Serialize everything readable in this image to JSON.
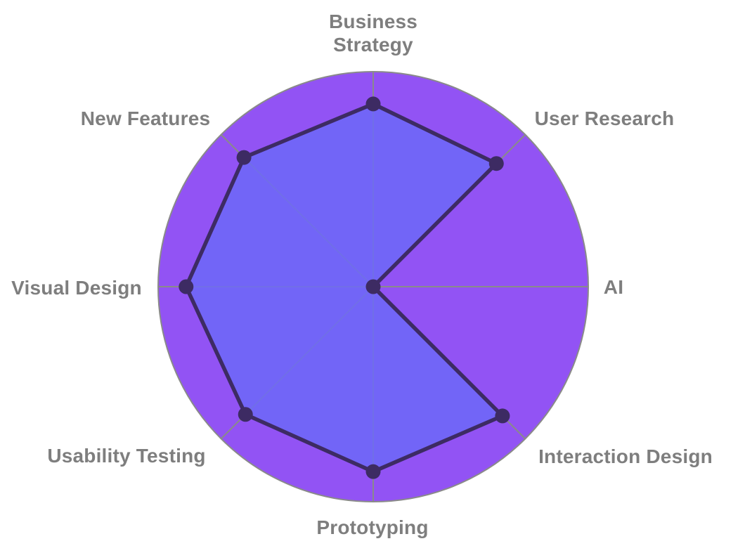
{
  "chart_data": {
    "type": "radar",
    "title": "",
    "legend": "none",
    "grid": "spokes-only",
    "axes_count": 8,
    "start_angle_deg": -90,
    "direction": "clockwise",
    "categories": [
      "Business Strategy",
      "User Research",
      "AI",
      "Interaction Design",
      "Prototyping",
      "Usability Testing",
      "Visual Design",
      "New Features"
    ],
    "values": [
      85,
      81,
      0,
      85,
      86,
      84,
      87,
      85
    ],
    "max": 100,
    "colors": {
      "background": "#FFFFFF",
      "outer_circle_fill": "#9253F4",
      "outer_circle_stroke": "#8A8A8A",
      "spoke_line": "#8A8A8A",
      "series_fill": "#6C69F7",
      "series_fill_opacity": 0.85,
      "series_stroke": "#3D2B63",
      "vertex_dot": "#3D2B63",
      "label_text": "#7E7E7E"
    }
  }
}
